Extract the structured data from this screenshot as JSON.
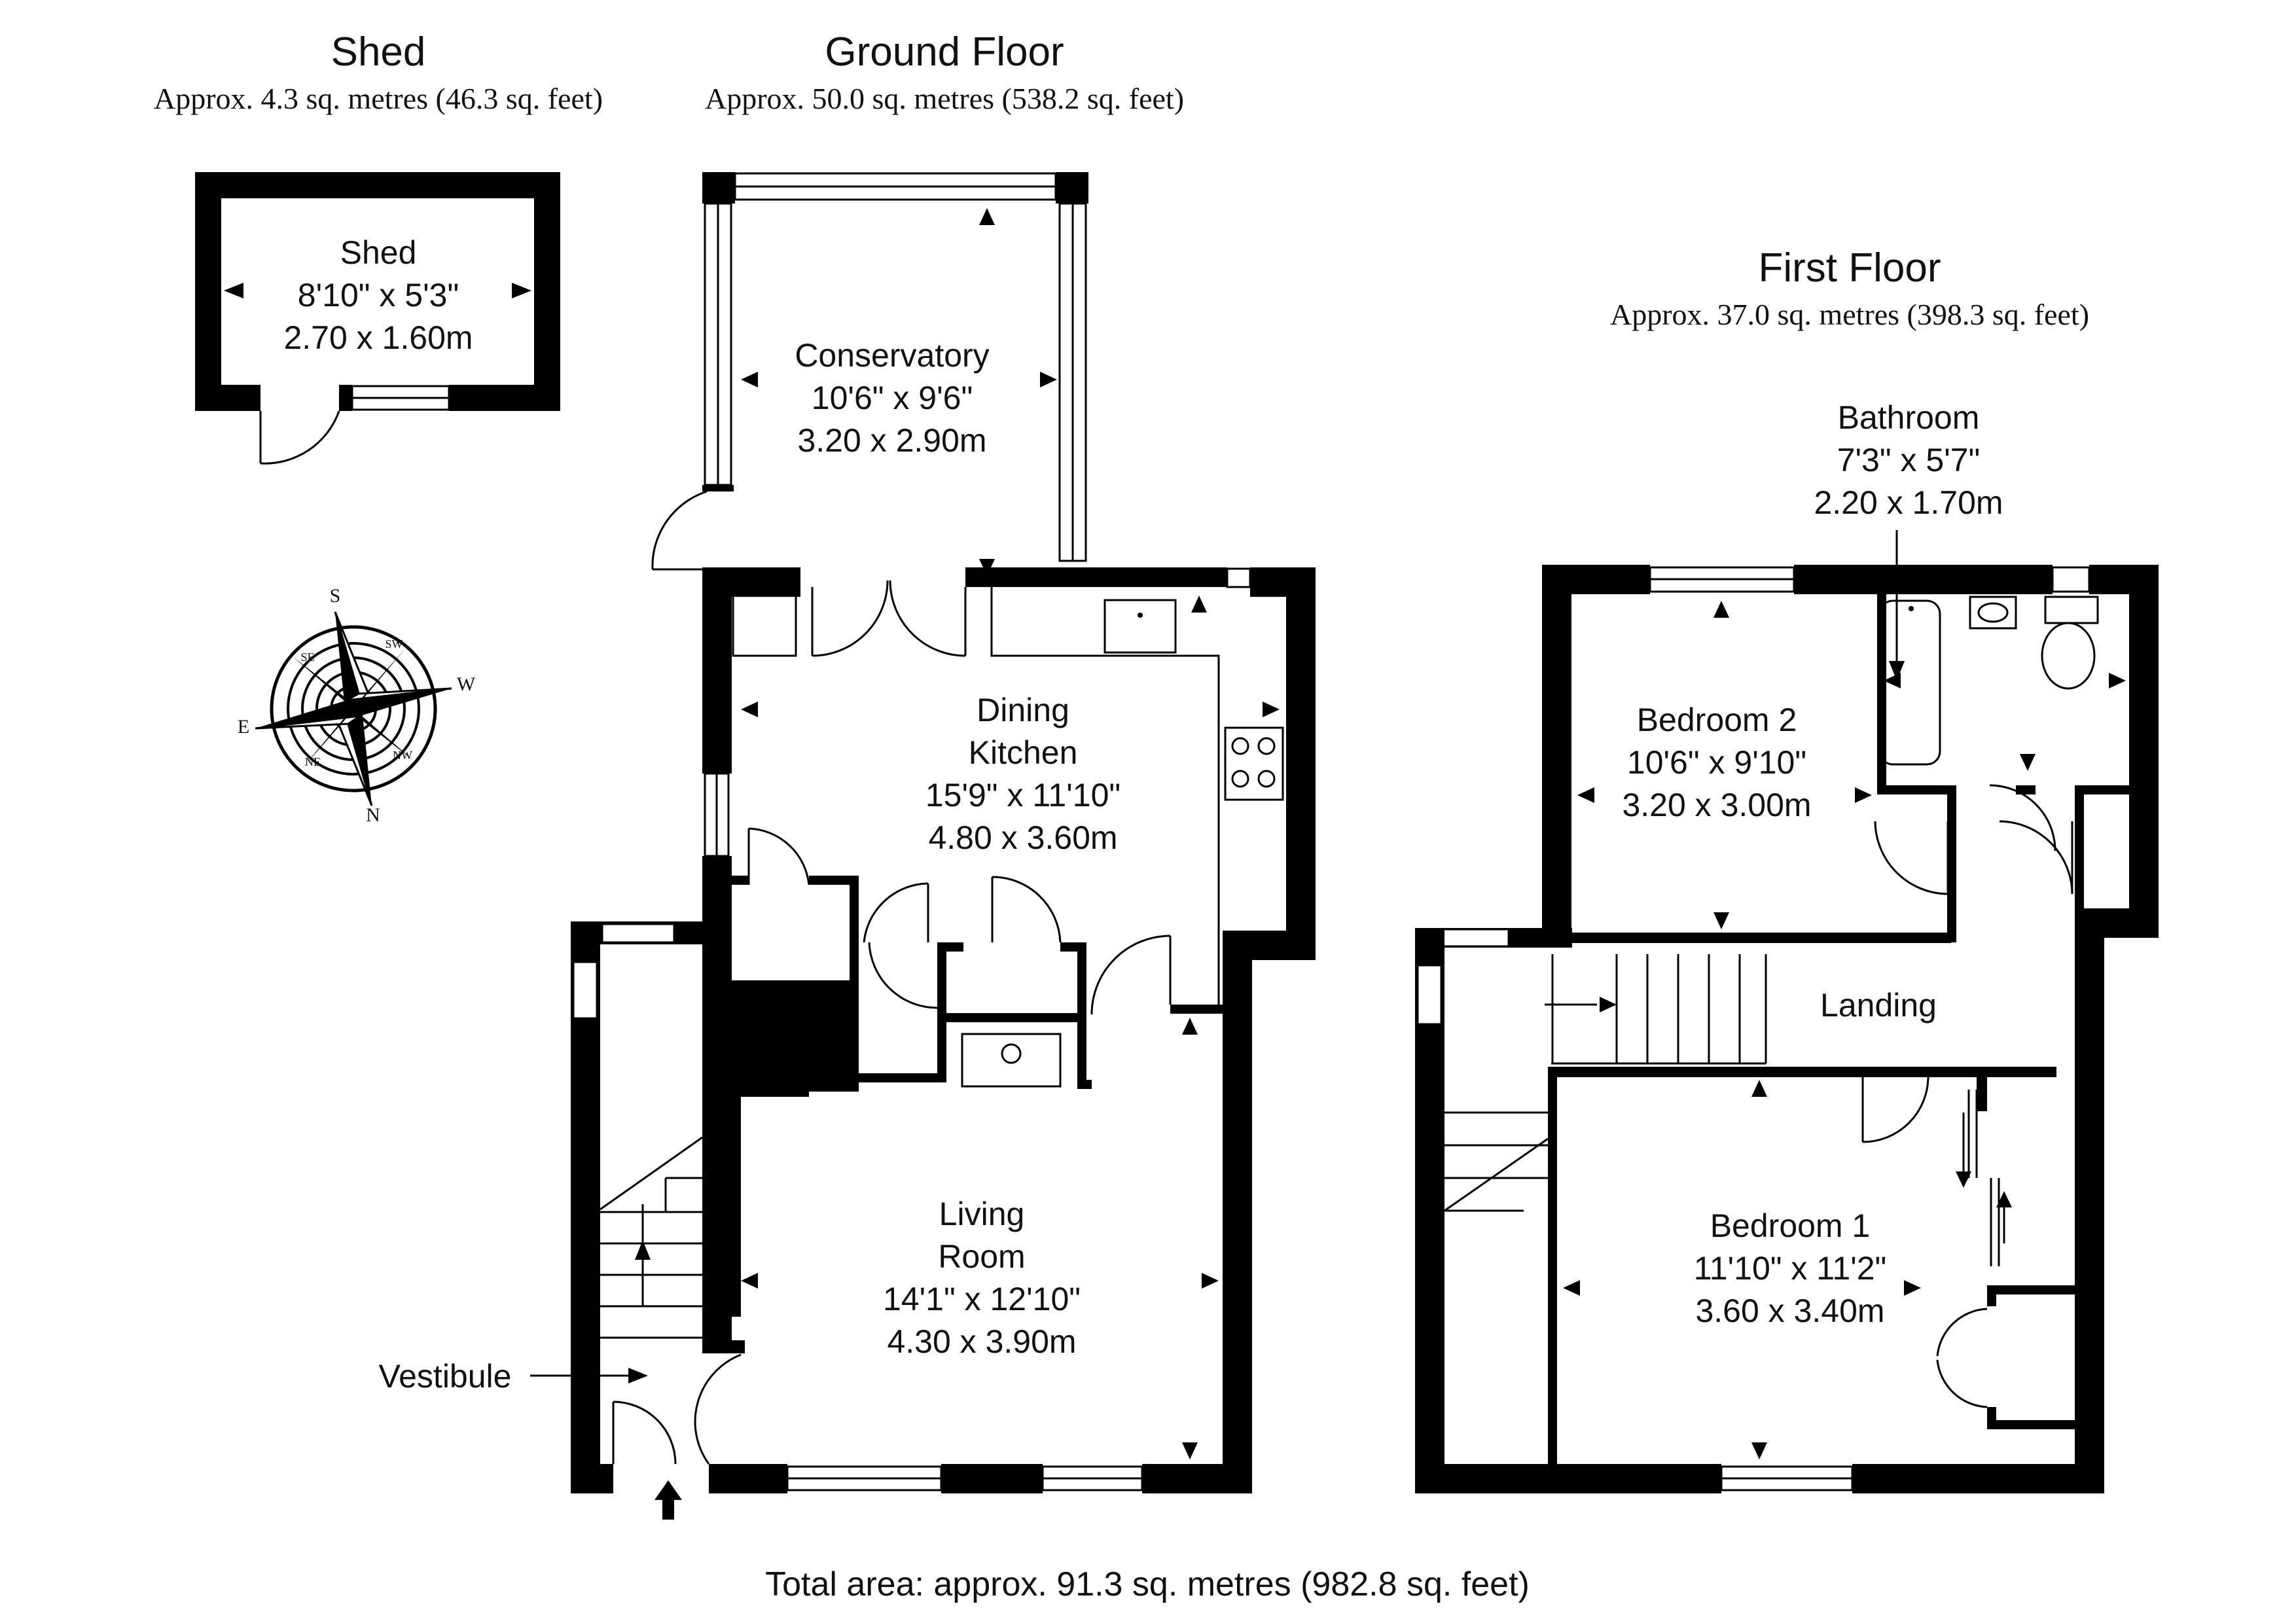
{
  "headings": {
    "shed": {
      "title": "Shed",
      "area": "Approx. 4.3 sq. metres (46.3 sq. feet)"
    },
    "ground_floor": {
      "title": "Ground Floor",
      "area": "Approx. 50.0 sq. metres (538.2 sq. feet)"
    },
    "first_floor": {
      "title": "First Floor",
      "area": "Approx. 37.0 sq. metres (398.3 sq. feet)"
    }
  },
  "rooms": {
    "shed": {
      "name": "Shed",
      "imperial": "8'10\" x 5'3\"",
      "metric": "2.70 x 1.60m"
    },
    "conservatory": {
      "name": "Conservatory",
      "imperial": "10'6\" x 9'6\"",
      "metric": "3.20 x 2.90m"
    },
    "dining_kitchen": {
      "name_line1": "Dining",
      "name_line2": "Kitchen",
      "imperial": "15'9\" x 11'10\"",
      "metric": "4.80 x 3.60m"
    },
    "living_room": {
      "name_line1": "Living",
      "name_line2": "Room",
      "imperial": "14'1\" x 12'10\"",
      "metric": "4.30 x 3.90m"
    },
    "vestibule": {
      "name": "Vestibule"
    },
    "bathroom": {
      "name": "Bathroom",
      "imperial": "7'3\" x 5'7\"",
      "metric": "2.20 x 1.70m"
    },
    "bedroom2": {
      "name": "Bedroom 2",
      "imperial": "10'6\" x 9'10\"",
      "metric": "3.20 x 3.00m"
    },
    "landing": {
      "name": "Landing"
    },
    "bedroom1": {
      "name": "Bedroom 1",
      "imperial": "11'10\" x 11'2\"",
      "metric": "3.60 x 3.40m"
    }
  },
  "compass": {
    "points": [
      "S",
      "W",
      "E",
      "N"
    ],
    "minor": [
      "SW",
      "SE",
      "NW",
      "NE"
    ]
  },
  "footer": {
    "total_area": "Total area: approx. 91.3 sq. metres (982.8 sq. feet)"
  }
}
